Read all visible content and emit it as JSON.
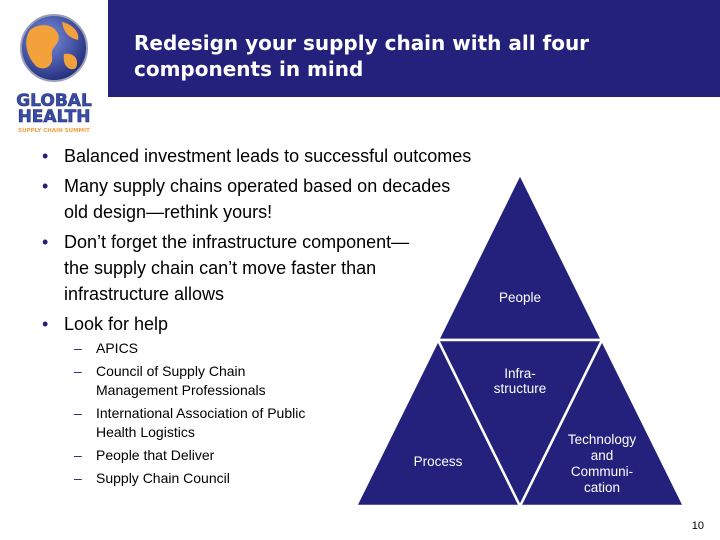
{
  "logo": {
    "line1": "GLOBAL",
    "line2": "HEALTH",
    "line3": "SUPPLY CHAIN SUMMIT"
  },
  "title": "Redesign your supply chain with all four components in mind",
  "bullets": [
    "Balanced investment leads to successful outcomes",
    "Many supply chains operated based on decades old design—rethink yours!",
    "Don’t forget the infrastructure component—the supply chain can’t move faster than infrastructure allows",
    "Look for help"
  ],
  "help_items": [
    "APICS",
    "Council of Supply Chain Management Professionals",
    "International Association of Public Health Logistics",
    "People that Deliver",
    "Supply Chain Council"
  ],
  "diagram": {
    "top": "People",
    "center_line1": "Infra-",
    "center_line2": "structure",
    "left": "Process",
    "right_line1": "Technology",
    "right_line2": "and",
    "right_line3": "Communi-",
    "right_line4": "cation"
  },
  "page_number": "10",
  "colors": {
    "navy": "#24217c",
    "logo_orange": "#f2a13b",
    "logo_blue": "#3a4ea8"
  }
}
